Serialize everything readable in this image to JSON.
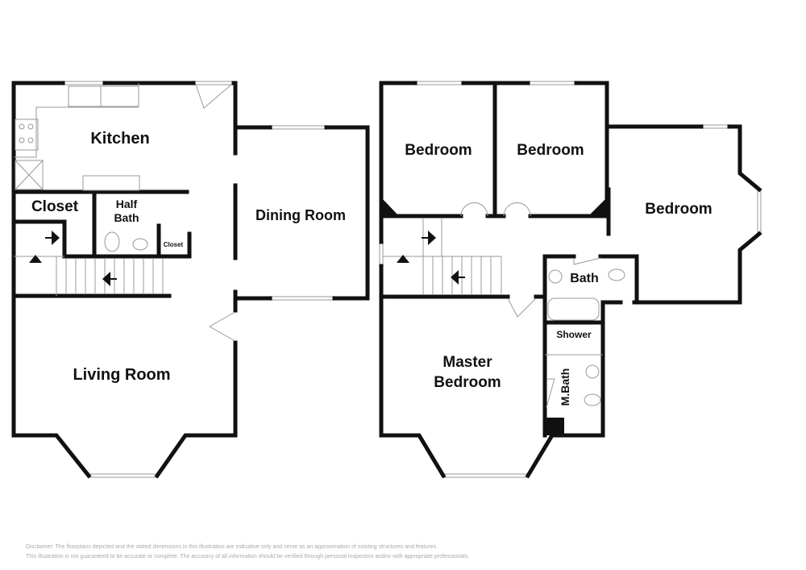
{
  "rooms_floor1": {
    "kitchen": "Kitchen",
    "dining": "Dining Room",
    "living": "Living Room",
    "closet": "Closet",
    "half_bath_1": "Half",
    "half_bath_2": "Bath",
    "small_closet": "Closet"
  },
  "rooms_floor2": {
    "bedroom1": "Bedroom",
    "bedroom2": "Bedroom",
    "bedroom3": "Bedroom",
    "bath": "Bath",
    "shower": "Shower",
    "mbath": "M.Bath",
    "master1": "Master",
    "master2": "Bedroom"
  },
  "disclaimer": {
    "line1": "Disclaimer: The floorplans depicted and the stated dimensions in this illustration are indicative only and serve as an approximation of existing structures and features.",
    "line2": "This illustration is not guaranteed to be accurate or complete. The accuracy of all information should be verified through personal inspection and/or with appropriate professionals."
  }
}
